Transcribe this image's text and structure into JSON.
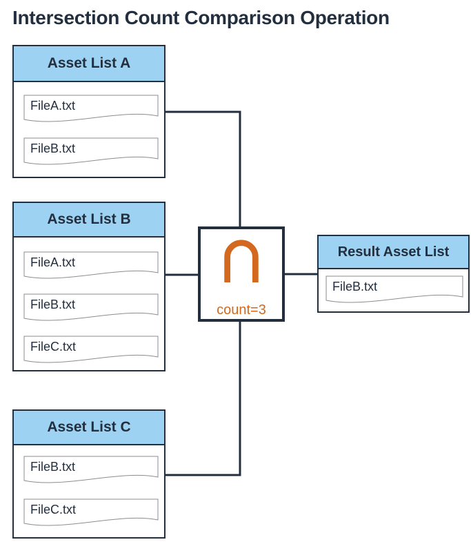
{
  "title": "Intersection Count Comparison Operation",
  "colors": {
    "background": "#FFFFFF",
    "header_background": "#9DD2F2",
    "box_border": "#232F3E",
    "connector_line": "#232F3E",
    "operator_accent": "#D2691E",
    "file_outline": "#8C8C8C",
    "text": "#232F3E"
  },
  "lists": [
    {
      "label": "Asset List A",
      "files": [
        "FileA.txt",
        "FileB.txt"
      ]
    },
    {
      "label": "Asset List B",
      "files": [
        "FileA.txt",
        "FileB.txt",
        "FileC.txt"
      ]
    },
    {
      "label": "Asset List C",
      "files": [
        "FileB.txt",
        "FileC.txt"
      ]
    },
    {
      "label": "Result Asset List",
      "files": [
        "FileB.txt"
      ]
    }
  ],
  "operator": {
    "icon": "intersection-icon",
    "symbol": "∩",
    "count_label": "count=3"
  }
}
